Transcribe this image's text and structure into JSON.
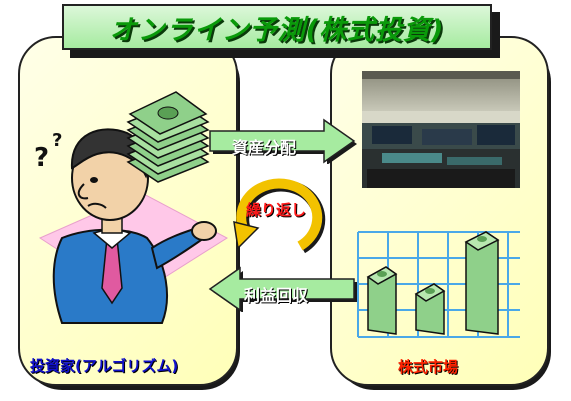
{
  "title": "オンライン予測(株式投資)",
  "investor": {
    "label": "投資家(アルゴリズム)"
  },
  "market": {
    "label": "株式市場"
  },
  "flows": {
    "allocation": "資産分配",
    "profit": "利益回収",
    "repeat": "繰り返し"
  },
  "colors": {
    "title_text": "#0a9a0a",
    "title_bg": "#a6eba0",
    "panel_bg": "#ffffb8",
    "arrow_fill": "#a6eba0",
    "investor_label": "#1111cc",
    "market_label": "#ff2200",
    "cycle_arrow": "#f2c200",
    "money": "#8fd08a"
  },
  "icons": [
    "confused-investor-clipart",
    "cash-stack-clipart",
    "stock-exchange-photo",
    "money-bar-chart-clipart",
    "cycle-arrow-icon"
  ]
}
